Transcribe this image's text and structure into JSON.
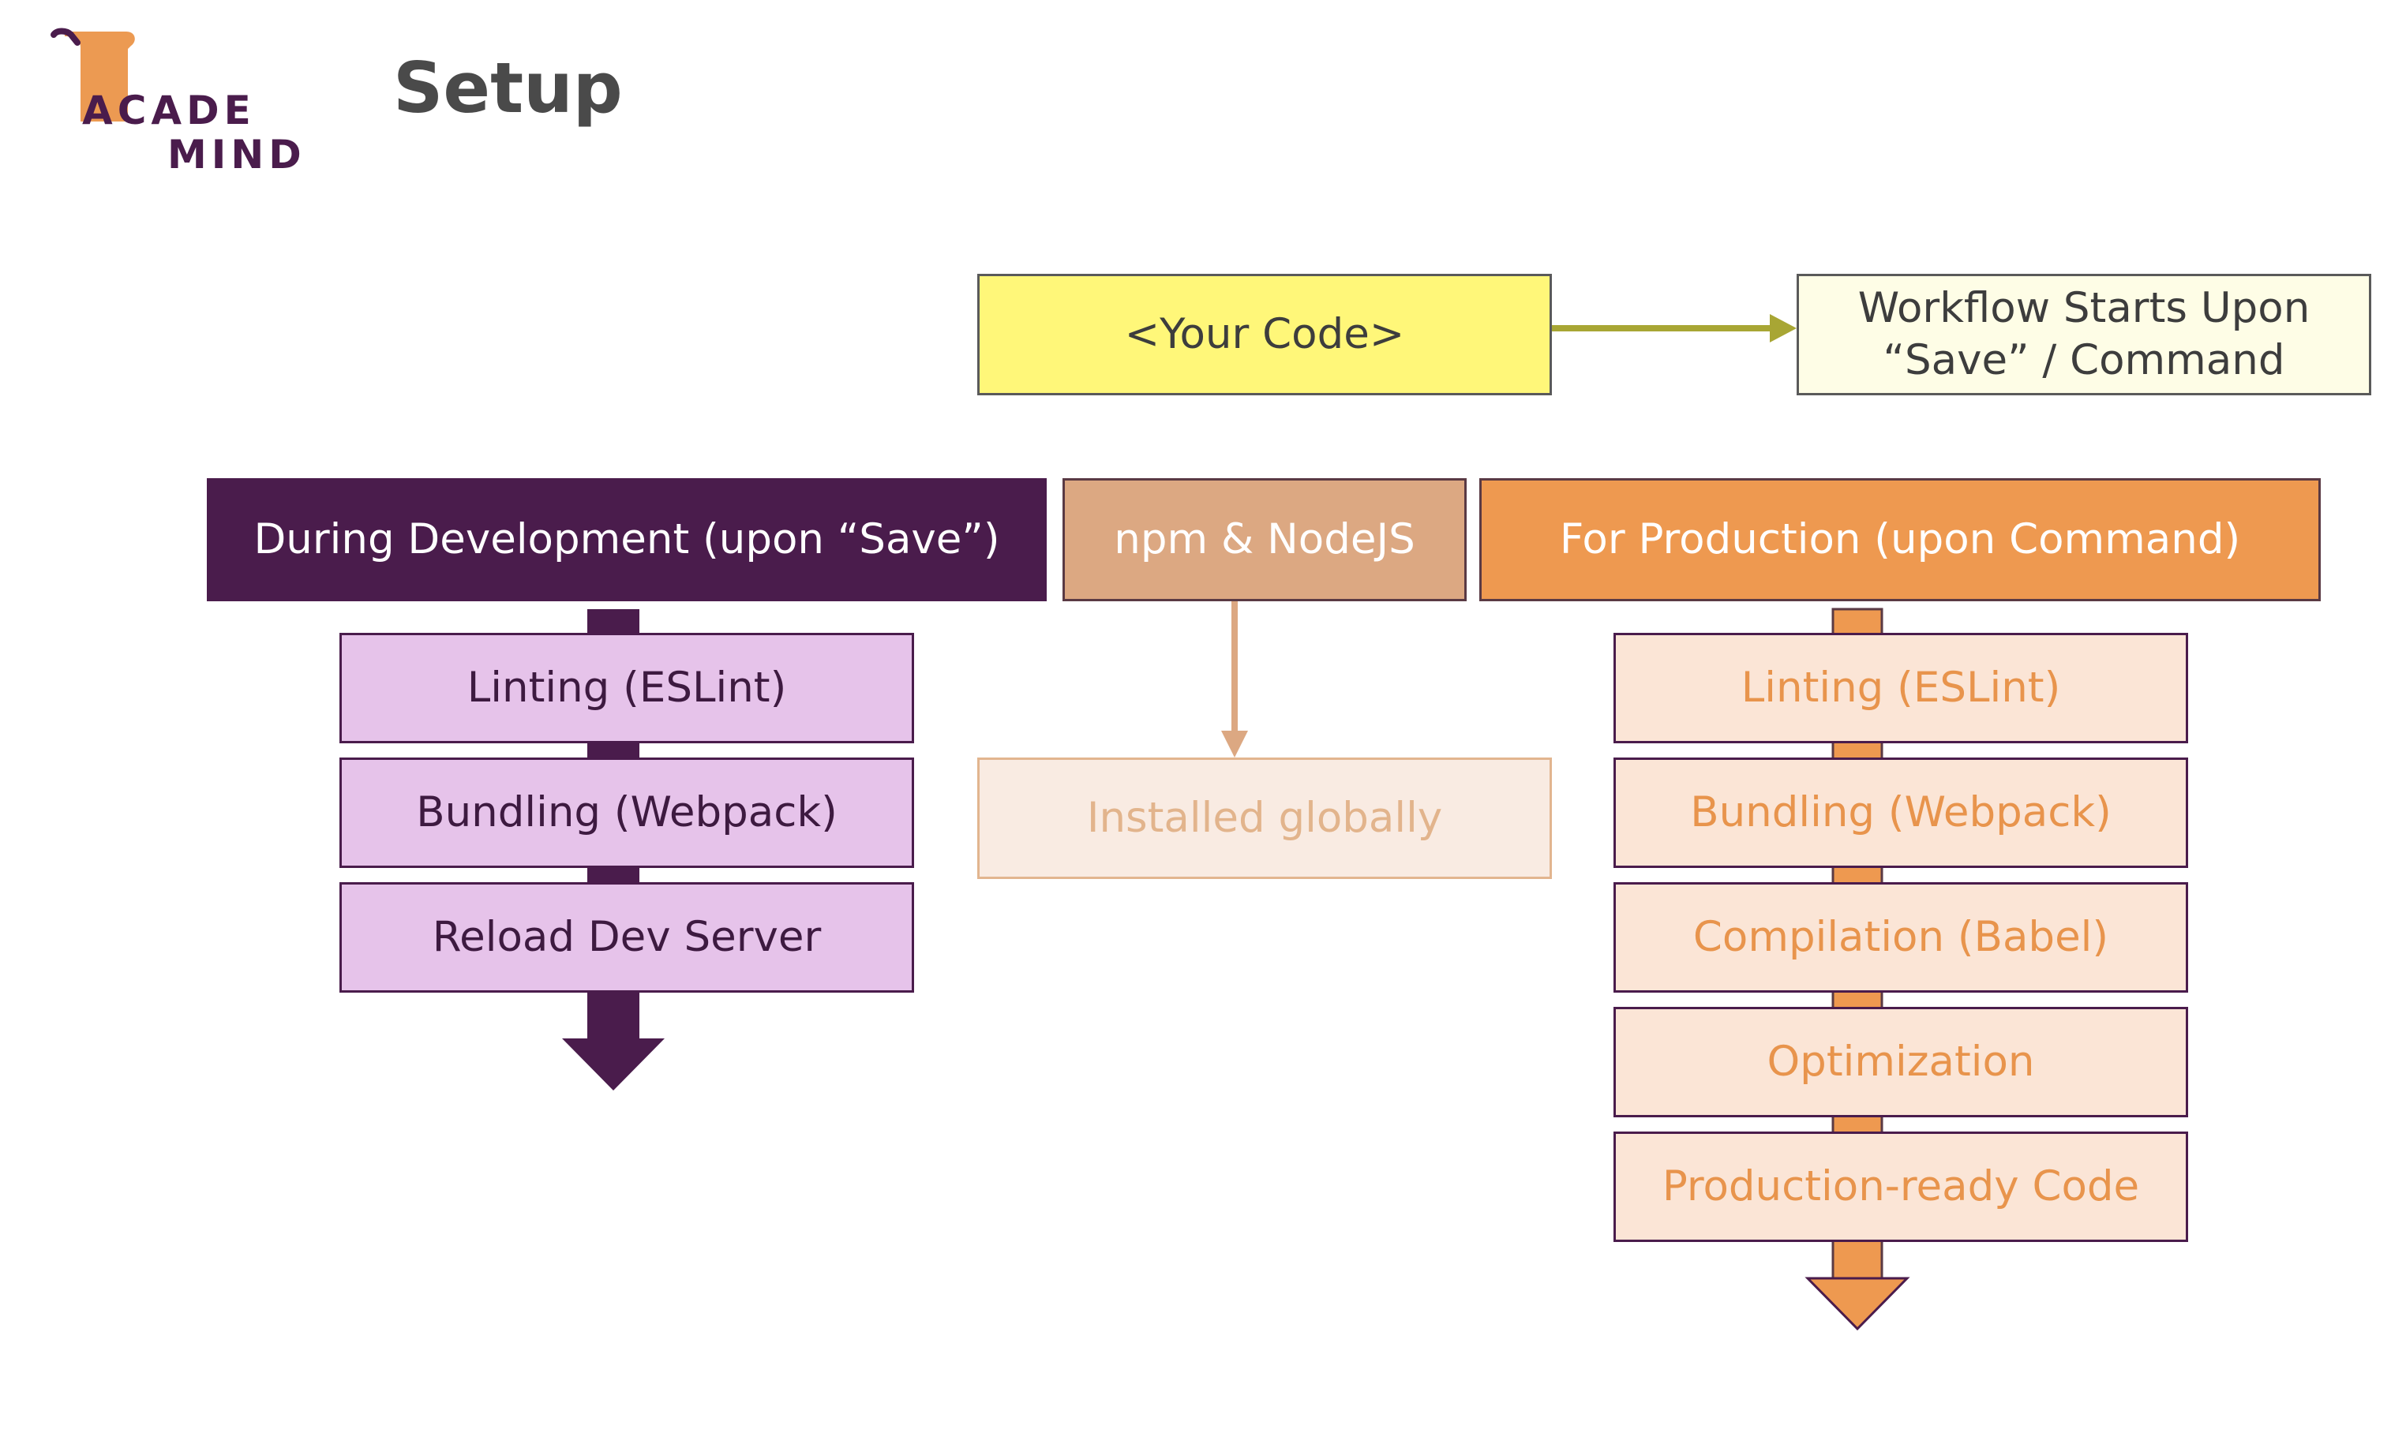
{
  "logo": {
    "line1": "ACADE",
    "line2": "MIND"
  },
  "title": "Setup",
  "your_code": "<Your Code>",
  "workflow_note": {
    "line1": "Workflow Starts Upon",
    "line2": "“Save” / Command"
  },
  "dev_header": "During Development (upon “Save”)",
  "npm_header": "npm & NodeJS",
  "prod_header": "For Production (upon Command)",
  "installed": "Installed globally",
  "dev_steps": [
    "Linting (ESLint)",
    "Bundling (Webpack)",
    "Reload Dev Server"
  ],
  "prod_steps": [
    "Linting (ESLint)",
    "Bundling (Webpack)",
    "Compilation (Babel)",
    "Optimization",
    "Production-ready Code"
  ],
  "colors": {
    "dev": "#4a1c4c",
    "dev_step_fill": "#e6c3ea",
    "npm": "#dca882",
    "prod": "#ee9950",
    "prod_step_fill": "#fbe5d6",
    "prod_text": "#e8944c",
    "code_fill": "#fff779",
    "arrow_olive": "#a8a634",
    "logo_orange": "#ec9a52"
  }
}
